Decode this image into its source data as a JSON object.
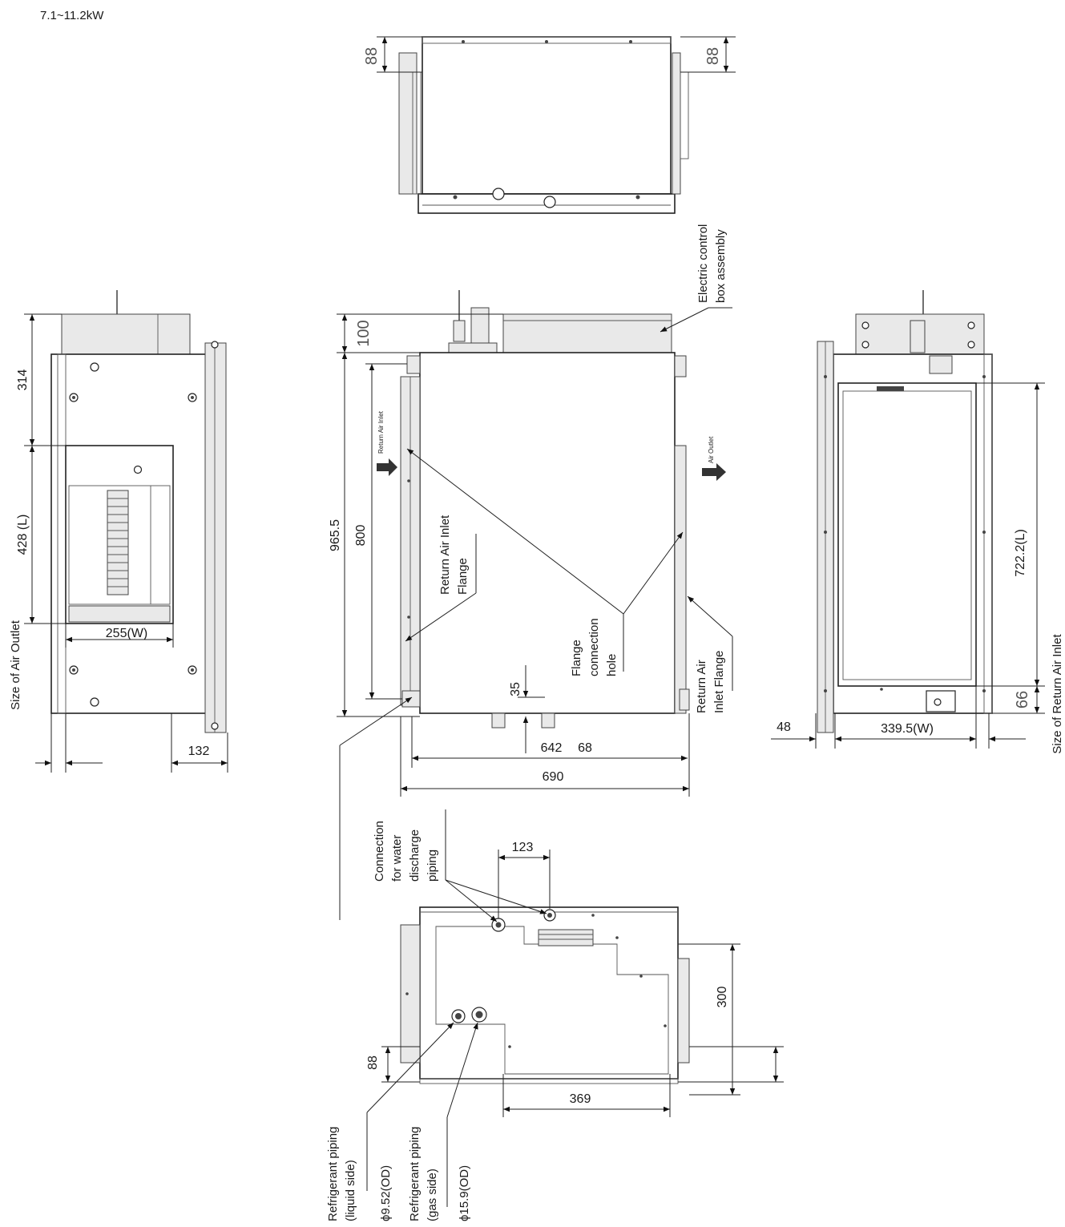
{
  "header": {
    "capacity": "7.1~11.2kW"
  },
  "top_view": {
    "dim_left": "88",
    "dim_right": "88"
  },
  "left_view": {
    "dim_314": "314",
    "dim_428": "428 (L)",
    "dim_255": "255(W)",
    "dim_132": "132",
    "label_outlet": "Size of Air Outlet"
  },
  "front_view": {
    "dim_100": "100",
    "dim_965": "965.5",
    "dim_800": "800",
    "dim_35": "35",
    "dim_642": "642",
    "dim_68": "68",
    "dim_690": "690",
    "label_ecb_1": "Electric control",
    "label_ecb_2": "box assembly",
    "label_return_small": "Return Air Inlet",
    "label_outlet_small": "Air Outlet",
    "label_flange_1": "Return Air Inlet",
    "label_flange_2": "Flange",
    "label_hole_1": "Flange",
    "label_hole_2": "connection",
    "label_hole_3": "hole",
    "label_raf_1": "Return Air",
    "label_raf_2": "Inlet Flange"
  },
  "right_view": {
    "dim_722": "722.2(L)",
    "dim_66": "66",
    "dim_48": "48",
    "dim_339": "339.5(W)",
    "label_inlet": "Size of Return Air Inlet"
  },
  "bottom_view": {
    "dim_123": "123",
    "dim_300": "300",
    "dim_88": "88",
    "dim_369": "369",
    "label_water_1": "Connection",
    "label_water_2": "for water",
    "label_water_3": "discharge",
    "label_water_4": "piping",
    "label_liquid_1": "Refrigerant piping",
    "label_liquid_2": "(liquid side)",
    "label_liquid_3": "ϕ9.52(OD)",
    "label_gas_1": "Refrigerant piping",
    "label_gas_2": "(gas side)",
    "label_gas_3": "ϕ15.9(OD)"
  }
}
